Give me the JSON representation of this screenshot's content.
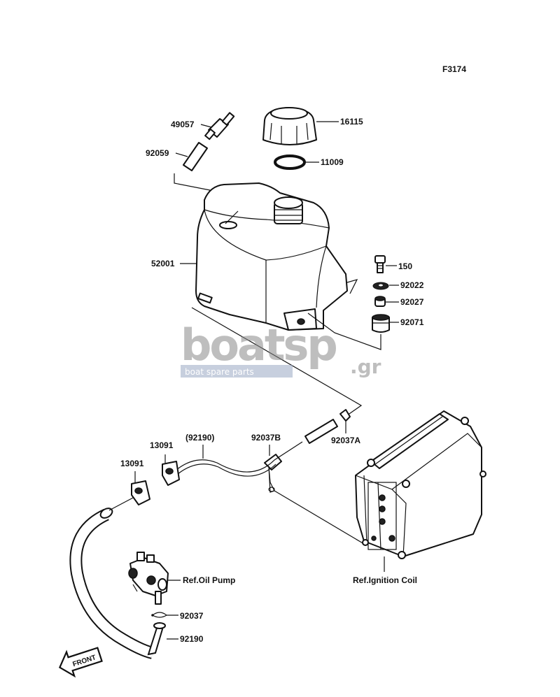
{
  "figure_code": "F3174",
  "parts": {
    "p49057": "49057",
    "p16115": "16115",
    "p92059": "92059",
    "p11009": "11009",
    "p52001": "52001",
    "p150": "150",
    "p92022": "92022",
    "p92027": "92027",
    "p92071": "92071",
    "p92037A": "92037A",
    "p92037B": "92037B",
    "p92190_ref": "(92190)",
    "p13091_a": "13091",
    "p13091_b": "13091",
    "p92037": "92037",
    "p92190": "92190"
  },
  "refs": {
    "oil_pump": "Ref.Oil Pump",
    "ignition_coil": "Ref.Ignition Coil"
  },
  "front_arrow": "FRONT",
  "watermark": {
    "brand": "boatsp",
    "suffix": ".gr",
    "tagline": "boat spare parts"
  }
}
